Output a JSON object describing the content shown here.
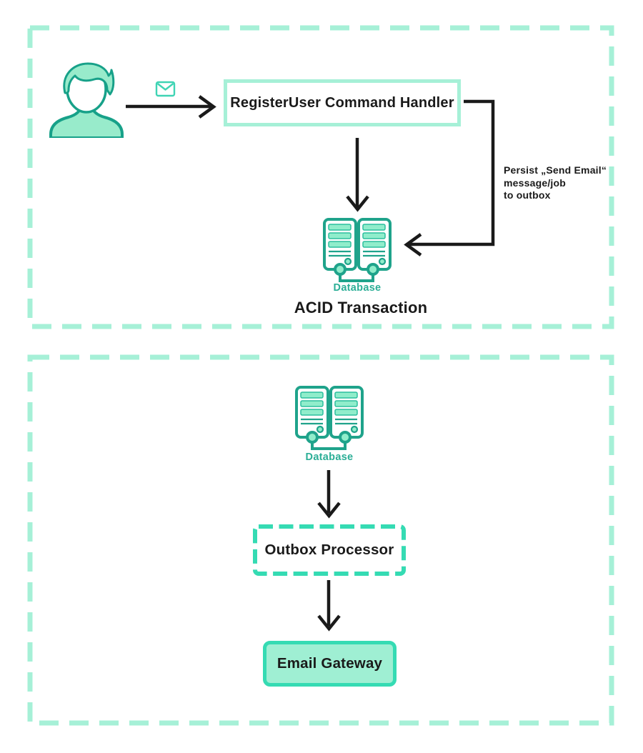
{
  "icons": {
    "user": "user-icon",
    "message": "envelope-icon",
    "database": "database-icon"
  },
  "colors": {
    "mint_border": "#A6F0D7",
    "teal_accent": "#35DBB3",
    "mint_fill": "#9FEFD3",
    "icon_stroke_teal": "#1FA38B",
    "label_teal": "#2BAE96",
    "arrow_ink": "#1A1A1A"
  },
  "top_section": {
    "handler_label": "RegisterUser Command Handler",
    "database_label": "Database",
    "caption": "ACID Transaction",
    "persist_note": {
      "line1": "Persist „Send Email“",
      "line2": "message/job",
      "line3": "to outbox"
    }
  },
  "bottom_section": {
    "database_label": "Database",
    "processor_label": "Outbox Processor",
    "gateway_label": "Email Gateway"
  }
}
